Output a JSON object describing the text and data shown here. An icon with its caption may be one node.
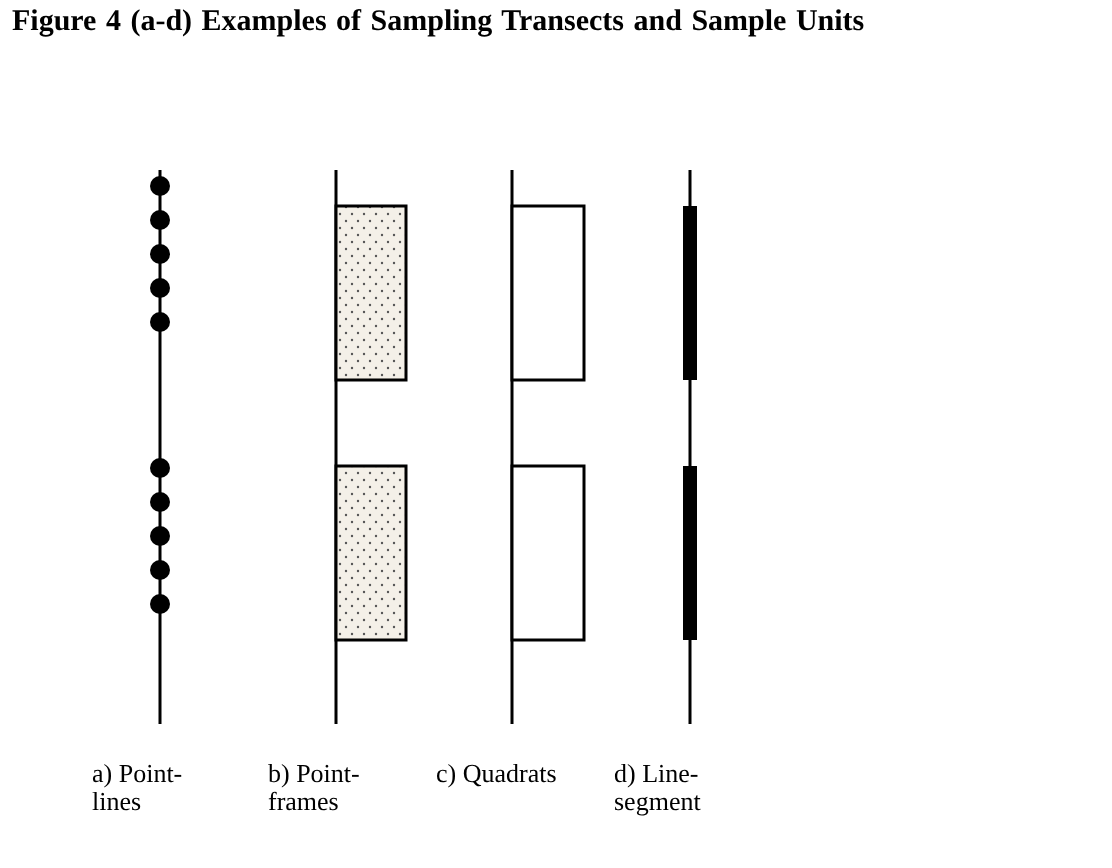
{
  "diagram": {
    "title": "Figure 4 (a-d) Examples of Sampling Transects and Sample Units",
    "labels": [
      "a) Point- lines",
      "b) Point- frames",
      "c) Quadrats",
      "d) Line- segment"
    ]
  }
}
